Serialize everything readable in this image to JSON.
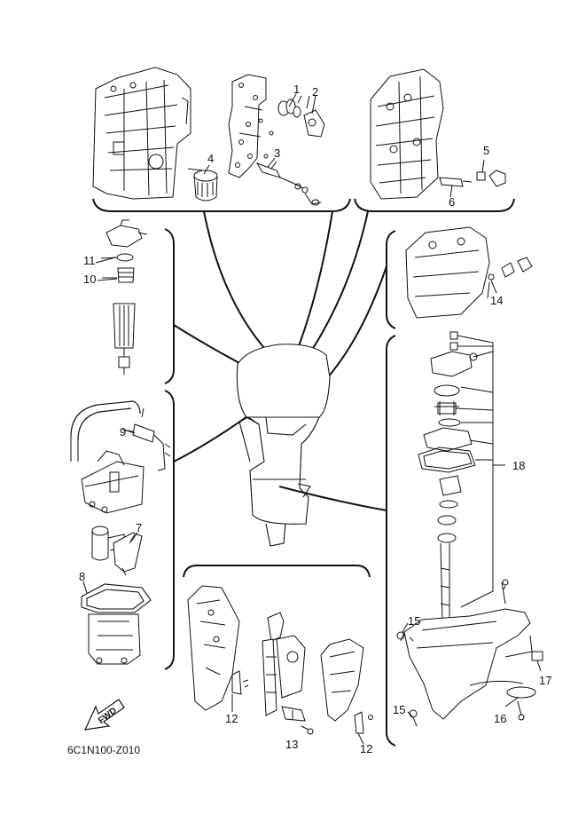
{
  "callouts": {
    "c1": "1",
    "c2": "2",
    "c3": "3",
    "c4": "4",
    "c5": "5",
    "c6": "6",
    "c7": "7",
    "c8": "8",
    "c9": "9",
    "c10": "10",
    "c11": "11",
    "c12a": "12",
    "c12b": "12",
    "c13": "13",
    "c14": "14",
    "c15a": "15",
    "c15b": "15",
    "c16": "16",
    "c17": "17",
    "c18": "18"
  },
  "fwd_label": "FWD",
  "diagram_code": "6C1N100-Z010"
}
